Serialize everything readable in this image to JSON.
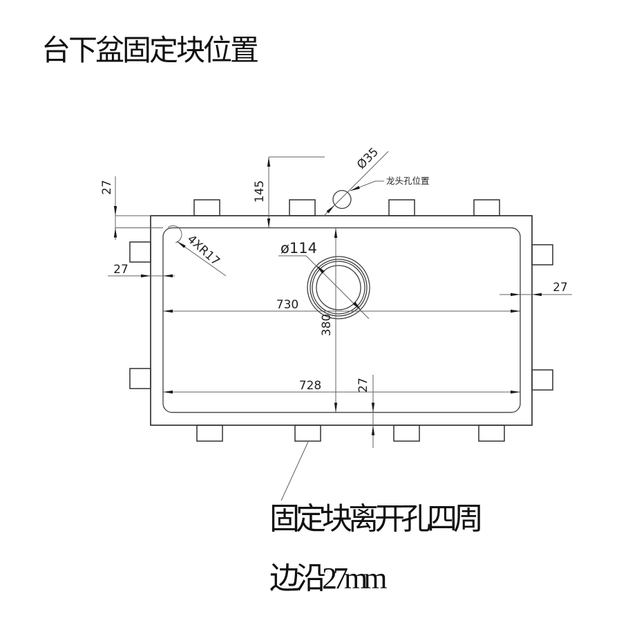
{
  "title": "台下盆固定块位置",
  "annotations": {
    "faucet_dia": "Ø35",
    "faucet_label": "龙头孔位置",
    "corner_radius": "4XR17",
    "drain_dia": "ø114",
    "dim_145": "145",
    "dim_27_top_left": "27",
    "dim_27_left": "27",
    "dim_27_right": "27",
    "dim_27_bottom": "27",
    "dim_730": "730",
    "dim_380": "380",
    "dim_728": "728"
  },
  "note": {
    "line1": "固定块离开孔四周",
    "line2": "边沿27mm"
  }
}
